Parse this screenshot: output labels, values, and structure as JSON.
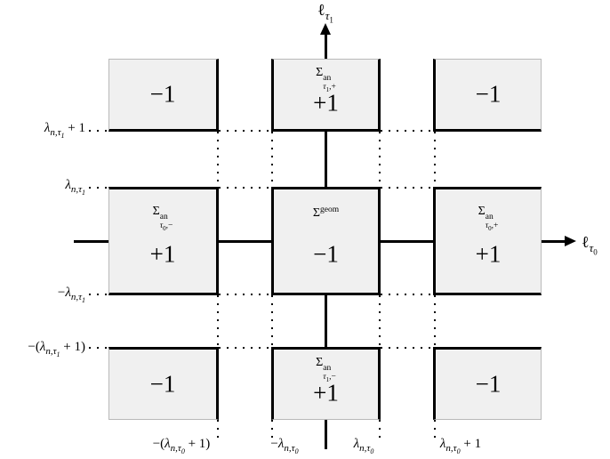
{
  "figure": {
    "axes": {
      "vertical_label_html": "ℓ<sub><i>τ</i><sub>1</sub></sub>",
      "horizontal_label_html": "ℓ<sub><i>τ</i><sub>0</sub></sub>"
    },
    "y_ticks": [
      {
        "html": "<i>λ<sub>n,τ<sub>1</sub></sub></i> + 1"
      },
      {
        "html": "<i>λ<sub>n,τ<sub>1</sub></sub></i>"
      },
      {
        "html": "−<i>λ<sub>n,τ<sub>1</sub></sub></i>"
      },
      {
        "html": "−(<i>λ<sub>n,τ<sub>1</sub></sub></i> + 1)"
      }
    ],
    "x_ticks": [
      {
        "html": "−(<i>λ<sub>n,τ<sub>0</sub></sub></i> + 1)"
      },
      {
        "html": "−<i>λ<sub>n,τ<sub>0</sub></sub></i>"
      },
      {
        "html": "<i>λ<sub>n,τ<sub>0</sub></sub></i>"
      },
      {
        "html": "<i>λ<sub>n,τ<sub>0</sub></sub></i> + 1"
      }
    ],
    "boxes": {
      "top_left": {
        "value": "−1"
      },
      "top_middle": {
        "sigma": "Σ",
        "sup": "an",
        "sub_html": "<i>τ</i><sub>1</sub>,+",
        "value": "+1"
      },
      "top_right": {
        "value": "−1"
      },
      "middle_left": {
        "sigma": "Σ",
        "sup": "an",
        "sub_html": "<i>τ</i><sub>0</sub>,−",
        "value": "+1"
      },
      "center": {
        "sigma": "Σ",
        "sup": "geom",
        "sub_html": "",
        "value": "−1"
      },
      "middle_right": {
        "sigma": "Σ",
        "sup": "an",
        "sub_html": "<i>τ</i><sub>0</sub>,+",
        "value": "+1"
      },
      "bottom_left": {
        "value": "−1"
      },
      "bottom_middle": {
        "sigma": "Σ",
        "sup": "an",
        "sub_html": "<i>τ</i><sub>1</sub>,−",
        "value": "+1"
      },
      "bottom_right": {
        "value": "−1"
      }
    },
    "colors": {
      "box_fill": "#f0f0f0",
      "thin_border": "#b9b9b9",
      "line": "#000000"
    }
  }
}
